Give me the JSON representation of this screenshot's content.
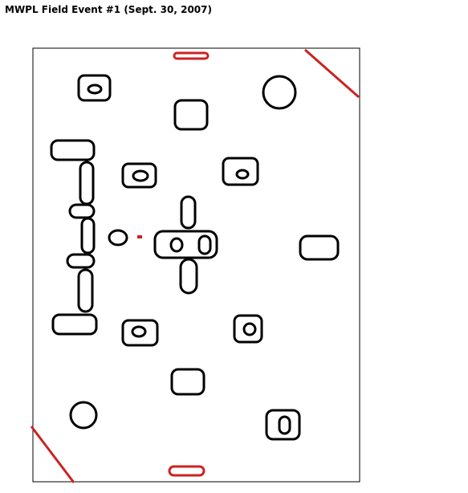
{
  "title": "MWPL Field Event #1 (Sept. 30, 2007)",
  "colors": {
    "background": "#ffffff",
    "bunker_stroke": "#000000",
    "marker": "#cc2222"
  },
  "field": {
    "bunker_kinds": [
      "rounded-rect",
      "ellipse",
      "circle"
    ],
    "markers": [
      "top-start-bunker",
      "bottom-start-bunker",
      "top-right-corner-line",
      "bottom-left-corner-line",
      "center-dot"
    ]
  }
}
